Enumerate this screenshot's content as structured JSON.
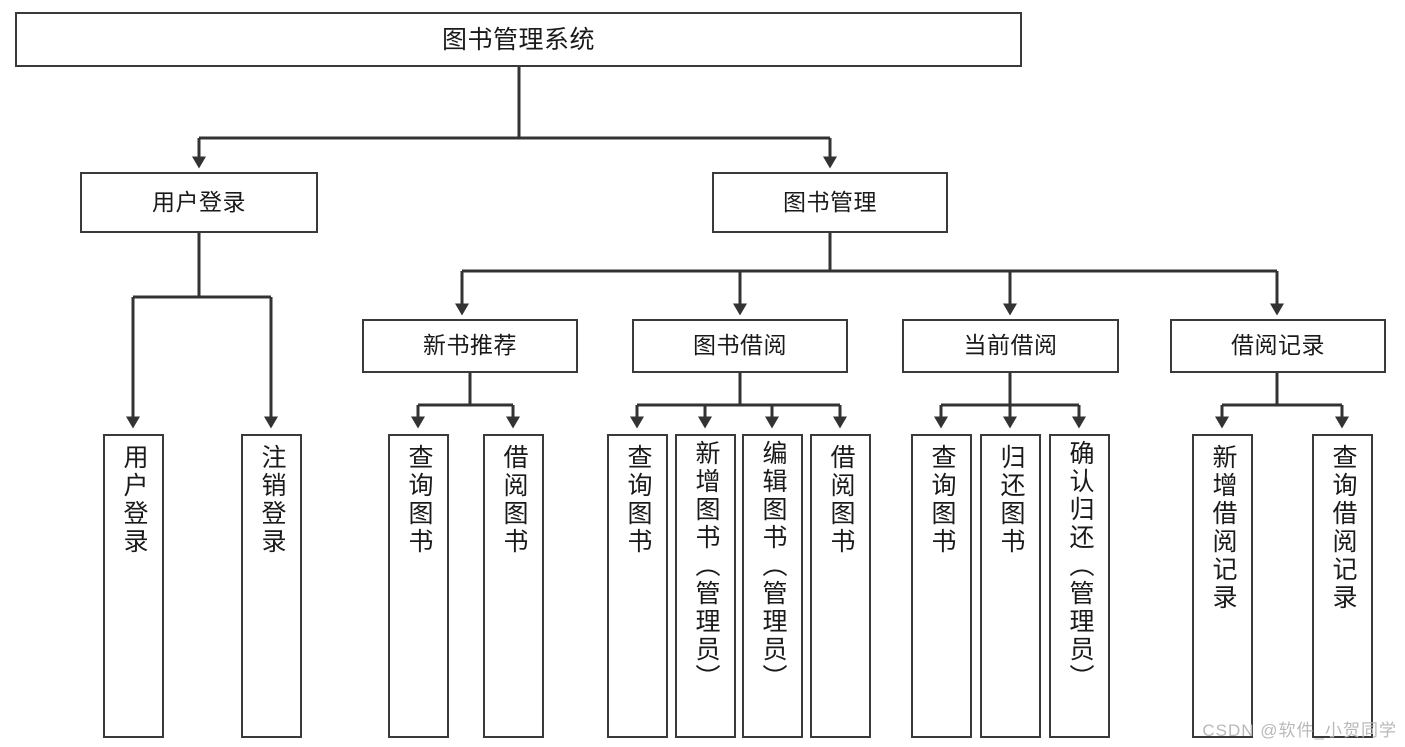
{
  "diagram": {
    "title": "图书管理系统",
    "type": "tree-hierarchy-diagram",
    "colors": {
      "box_border": "#3a3a3a",
      "box_fill": "#ffffff",
      "connector": "#333333",
      "text": "#1a1a1a",
      "watermark": "#b9b9b9"
    },
    "root": {
      "label": "图书管理系统"
    },
    "level1": [
      {
        "label": "用户登录"
      },
      {
        "label": "图书管理"
      }
    ],
    "level2": [
      {
        "label": "新书推荐"
      },
      {
        "label": "图书借阅"
      },
      {
        "label": "当前借阅"
      },
      {
        "label": "借阅记录"
      }
    ],
    "leaves": {
      "user_login": [
        {
          "label": "用户登录"
        },
        {
          "label": "注销登录"
        }
      ],
      "new_book_recommend": [
        {
          "label": "查询图书"
        },
        {
          "label": "借阅图书"
        }
      ],
      "book_borrow": [
        {
          "label": "查询图书"
        },
        {
          "label": "新增图书（管理员）"
        },
        {
          "label": "编辑图书（管理员）"
        },
        {
          "label": "借阅图书"
        }
      ],
      "current_borrow": [
        {
          "label": "查询图书"
        },
        {
          "label": "归还图书"
        },
        {
          "label": "确认归还（管理员）"
        }
      ],
      "borrow_record": [
        {
          "label": "新增借阅记录"
        },
        {
          "label": "查询借阅记录"
        }
      ]
    }
  },
  "watermark": {
    "text": "CSDN @软件_小贺同学"
  }
}
